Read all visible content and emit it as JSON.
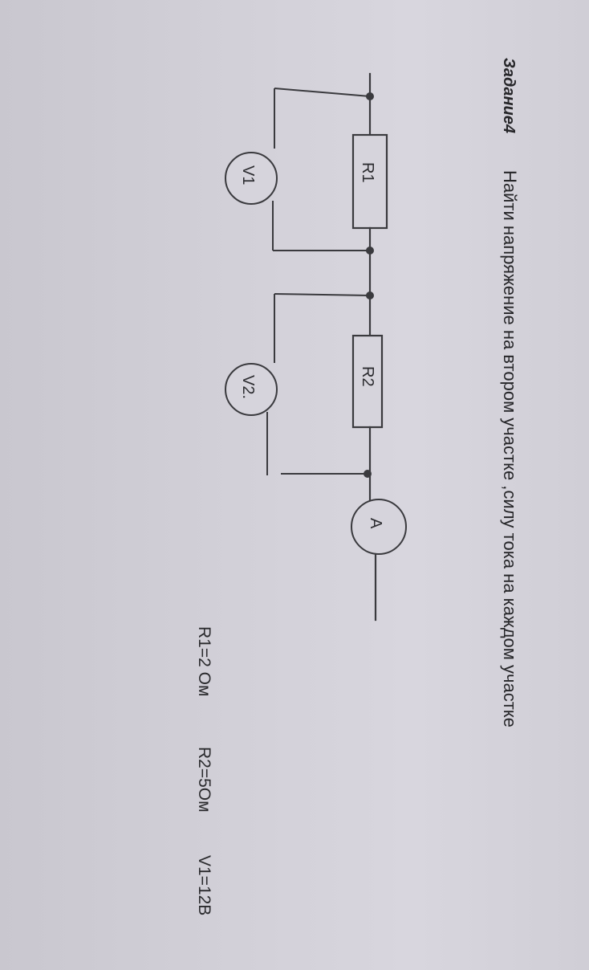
{
  "task": {
    "number_label": "Задание4",
    "text": "Найти напряжение на втором участке ,силу тока на каждом участке"
  },
  "circuit": {
    "resistor_1": "R1",
    "resistor_2": "R2",
    "voltmeter_1": "V1",
    "voltmeter_2": "V2.",
    "ammeter": "A"
  },
  "given": {
    "r1": "R1=2 Ом",
    "r2": "R2=5Ом",
    "v1": "V1=12В"
  }
}
